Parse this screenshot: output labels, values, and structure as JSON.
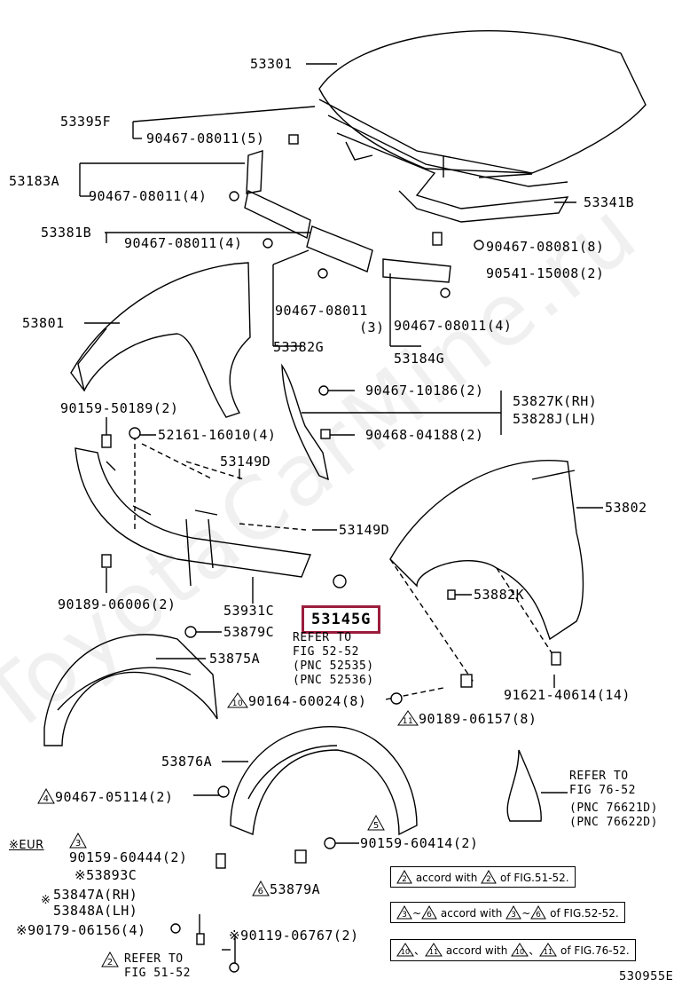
{
  "watermark": "ToyotaCarMine.ru",
  "figure_id": "530955E",
  "highlight": "53145G",
  "labels": {
    "p53301": "53301",
    "p53395F": "53395F",
    "b90467_08011_5": "90467-08011(5)",
    "p53183A": "53183A",
    "b90467_08011_4a": "90467-08011(4)",
    "p53381B": "53381B",
    "b90467_08011_4b": "90467-08011(4)",
    "p53341B": "53341B",
    "b90467_08081": "90467-08081(8)",
    "b90541_15008": "90541-15008(2)",
    "b90467_08011_3": "90467-08011",
    "b90467_08011_3q": "(3)",
    "b90467_08011_4c": "90467-08011(4)",
    "p53382G": "53382G",
    "p53184G": "53184G",
    "p53801": "53801",
    "b90467_10186": "90467-10186(2)",
    "p53827K": "53827K(RH)",
    "p53828J": "53828J(LH)",
    "b90468_04188": "90468-04188(2)",
    "b90159_50189": "90159-50189(2)",
    "b52161_16010": "52161-16010(4)",
    "p53149D_a": "53149D",
    "p53802": "53802",
    "p53149D_b": "53149D",
    "p53882K": "53882K",
    "b90189_06006": "90189-06006(2)",
    "p53931C": "53931C",
    "p53879C": "53879C",
    "refer1_a": "REFER TO",
    "refer1_b": "FIG 52-52",
    "refer1_c": "(PNC 52535)",
    "refer1_d": "(PNC 52536)",
    "p53875A": "53875A",
    "b91621_40614": "91621-40614(14)",
    "b90164_60024": "90164-60024(8)",
    "b90189_06157": "90189-06157(8)",
    "p53876A": "53876A",
    "refer2_a": "REFER TO",
    "refer2_b": "FIG 76-52",
    "refer2_c": "(PNC 76621D)",
    "refer2_d": "(PNC 76622D)",
    "b90467_05114": "90467-05114(2)",
    "eur": "※EUR",
    "b90159_60414": "90159-60414(2)",
    "b90159_60444": "90159-60444(2)",
    "p53893C": "※53893C",
    "p53847A": "53847A(RH)",
    "p53848A": "53848A(LH)",
    "star": "※",
    "p53879A": "53879A",
    "b90179_06156": "※90179-06156(4)",
    "b90119_06767": "※90119-06767(2)",
    "refer3_a": "REFER TO",
    "refer3_b": "FIG 51-52",
    "tri4": "4",
    "tri3": "3",
    "tri5": "5",
    "tri6": "6",
    "tri10": "10",
    "tri11": "11",
    "tri2": "2"
  },
  "notes": {
    "n1_pre": "2",
    "n1_text": "accord with",
    "n1_mid": "2",
    "n1_post": "of FIG.51-52.",
    "n2_a": "3",
    "n2_b": "6",
    "n2_text": "accord with",
    "n2_c": "3",
    "n2_d": "6",
    "n2_post": "of FIG.52-52.",
    "n3_a": "10",
    "n3_b": "11",
    "n3_text": "accord with",
    "n3_c": "10",
    "n3_d": "11",
    "n3_post": "of FIG.76-52."
  }
}
